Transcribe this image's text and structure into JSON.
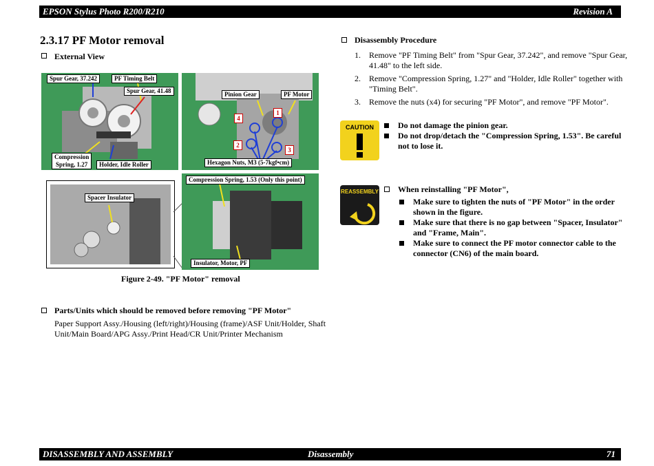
{
  "header": {
    "left": "EPSON Stylus Photo R200/R210",
    "right": "Revision A"
  },
  "footer": {
    "left": "DISASSEMBLY AND ASSEMBLY",
    "center": "Disassembly",
    "right": "71"
  },
  "section_title": "2.3.17  PF Motor removal",
  "external_view_heading": "External View",
  "figure": {
    "caption": "Figure 2-49.  \"PF Motor\" removal",
    "labels": {
      "spur_gear_37": "Spur Gear, 37.242",
      "pf_timing_belt": "PF Timing Belt",
      "spur_gear_41": "Spur Gear, 41.48",
      "compression_spring_127_line1": "Compression",
      "compression_spring_127_line2": "Spring, 1.27",
      "holder_idle_roller": "Holder, Idle Roller",
      "pinion_gear": "Pinion Gear",
      "pf_motor": "PF Motor",
      "hexagon_nuts": "Hexagon Nuts, M3 (5-7kgf•cm)",
      "spacer_insulator": "Spacer Insulator",
      "compression_spring_153": "Compression Spring, 1.53 (Only this point)",
      "insulator_motor": "Insulator, Motor, PF"
    },
    "numbers": [
      "1",
      "2",
      "3",
      "4"
    ]
  },
  "parts_heading": "Parts/Units which should be removed before removing \"PF Motor\"",
  "parts_text_line1": "Paper Support Assy./Housing (left/right)/Housing (frame)/ASF Unit/Holder, Shaft",
  "parts_text_line2": "Unit/Main Board/APG Assy./Print Head/CR Unit/Printer Mechanism",
  "procedure": {
    "heading": "Disassembly Procedure",
    "steps": [
      {
        "num": "1.",
        "line1": "Remove \"PF Timing Belt\" from \"Spur Gear, 37.242\", and remove \"Spur Gear,",
        "line2": "41.48\" to the left side."
      },
      {
        "num": "2.",
        "line1": "Remove \"Compression Spring, 1.27\" and \"Holder, Idle Roller\" together with",
        "line2": "\"Timing Belt\"."
      },
      {
        "num": "3.",
        "line1": "Remove the nuts (x4) for securing \"PF Motor\", and remove \"PF Motor\".",
        "line2": ""
      }
    ]
  },
  "caution": {
    "icon_label": "CAUTION",
    "items": [
      {
        "line1": "Do not damage the pinion gear.",
        "line2": ""
      },
      {
        "line1": "Do not drop/detach the \"Compression Spring, 1.53\".  Be careful",
        "line2": "not to lose it."
      }
    ]
  },
  "reassembly": {
    "icon_label": "REASSEMBLY",
    "heading": "When reinstalling \"PF Motor\",",
    "items": [
      {
        "line1": "Make sure to tighten the nuts of \"PF Motor\" in the order",
        "line2": "shown in the figure."
      },
      {
        "line1": "Make sure that there is no gap between \"Spacer, Insulator\"",
        "line2": "and \"Frame, Main\"."
      },
      {
        "line1": "Make sure to connect the PF motor connector cable to the",
        "line2": "connector (CN6) of the main board."
      }
    ]
  },
  "colors": {
    "bar": "#000000",
    "photo_green": "#3f9a58",
    "caution_yellow": "#f2d21d",
    "callout_red": "#cc0000",
    "arrow_blue": "#1f3fd6",
    "arrow_yellow": "#f0e020"
  }
}
